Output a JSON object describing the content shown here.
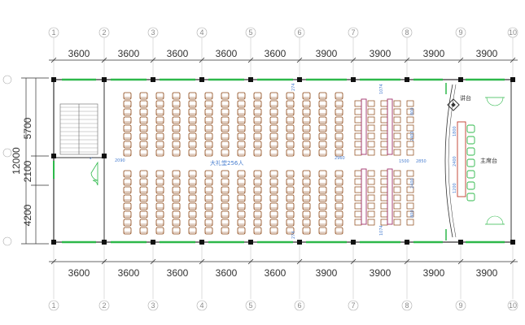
{
  "top_dimensions": [
    "3600",
    "3600",
    "3600",
    "3600",
    "3600",
    "3900",
    "3900",
    "3900",
    "3900"
  ],
  "bottom_dimensions": [
    "3600",
    "3600",
    "3600",
    "3600",
    "3600",
    "3900",
    "3900",
    "3900",
    "3900"
  ],
  "axis_numbers": [
    "1",
    "2",
    "3",
    "4",
    "5",
    "6",
    "7",
    "8",
    "9",
    "10"
  ],
  "left_dimensions": {
    "upper": "5700",
    "total": "12000",
    "middle": "2100",
    "lower": "4200"
  },
  "labels": {
    "hall_capacity": "大礼堂256人",
    "lectern": "讲台",
    "stage": "主席台",
    "aisle_main": "2850",
    "aisle_left": "2090",
    "aisle_right": "2400",
    "aisle_gap": "2960",
    "aisle_gap2": "1500",
    "seat_span_a": "700",
    "seat_span_b": "1800",
    "seat_span_c": "1200",
    "seat_span_d": "2400",
    "seat_span_e": "900",
    "row_pitch": "1200",
    "row_pitch2": "800",
    "seat_small": "274",
    "door_w": "1074"
  },
  "colors": {
    "line": "#333333",
    "window": "#2db84a",
    "seat": "#8b4513",
    "stage_seat": "#c0392b",
    "chair_green": "#2db84a",
    "dim_blue": "#4a7fd0"
  }
}
